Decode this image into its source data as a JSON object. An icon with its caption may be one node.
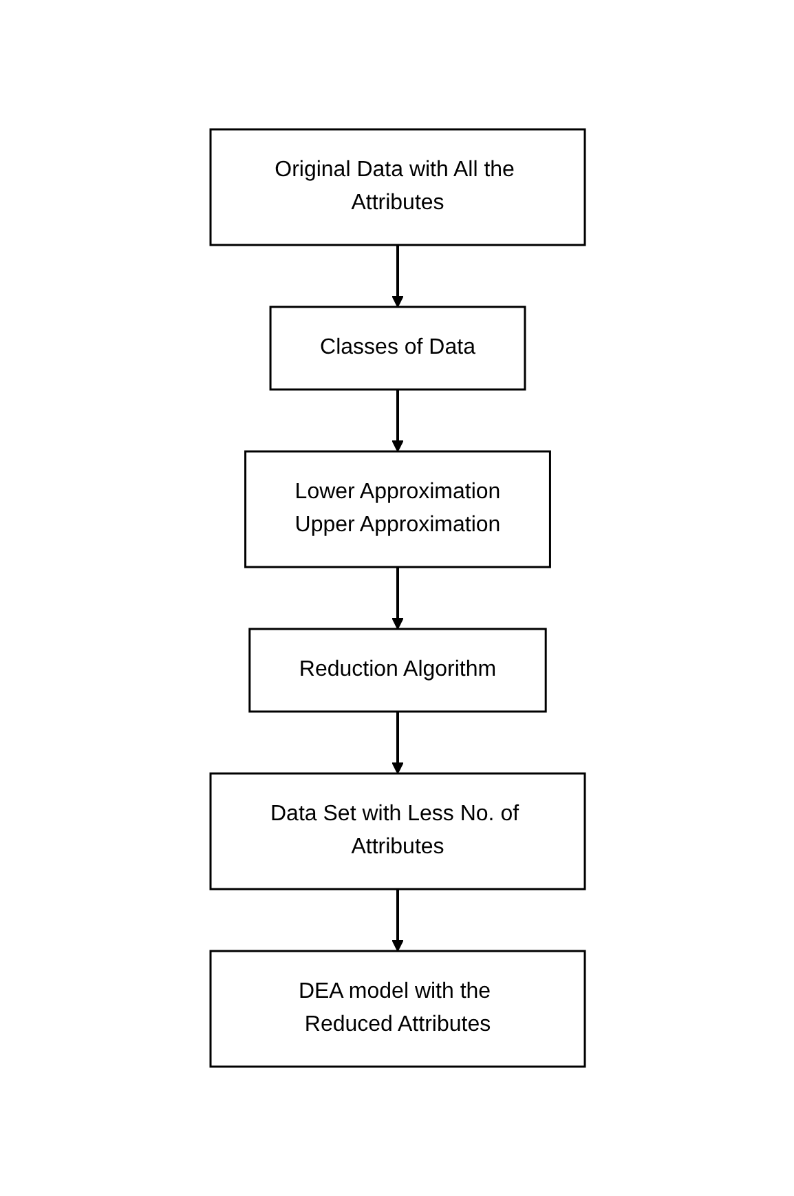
{
  "diagram": {
    "nodes": [
      {
        "text": [
          "Original Data with All the Attributes"
        ]
      },
      {
        "text": [
          "Classes of Data"
        ]
      },
      {
        "text": [
          "Lower Approximation",
          "Upper Approximation"
        ]
      },
      {
        "text": [
          "Reduction Algorithm"
        ]
      },
      {
        "text": [
          "Data Set with Less No. of Attributes"
        ]
      },
      {
        "text": [
          "DEA model with the Reduced Attributes"
        ]
      }
    ],
    "edges": [
      {
        "from": 0,
        "to": 1,
        "arrow": "to"
      },
      {
        "from": 1,
        "to": 2,
        "arrow": "to"
      },
      {
        "from": 2,
        "to": 3,
        "arrow": "to"
      },
      {
        "from": 3,
        "to": 4,
        "arrow": "to"
      },
      {
        "from": 4,
        "to": 5,
        "arrow": "to"
      }
    ]
  }
}
